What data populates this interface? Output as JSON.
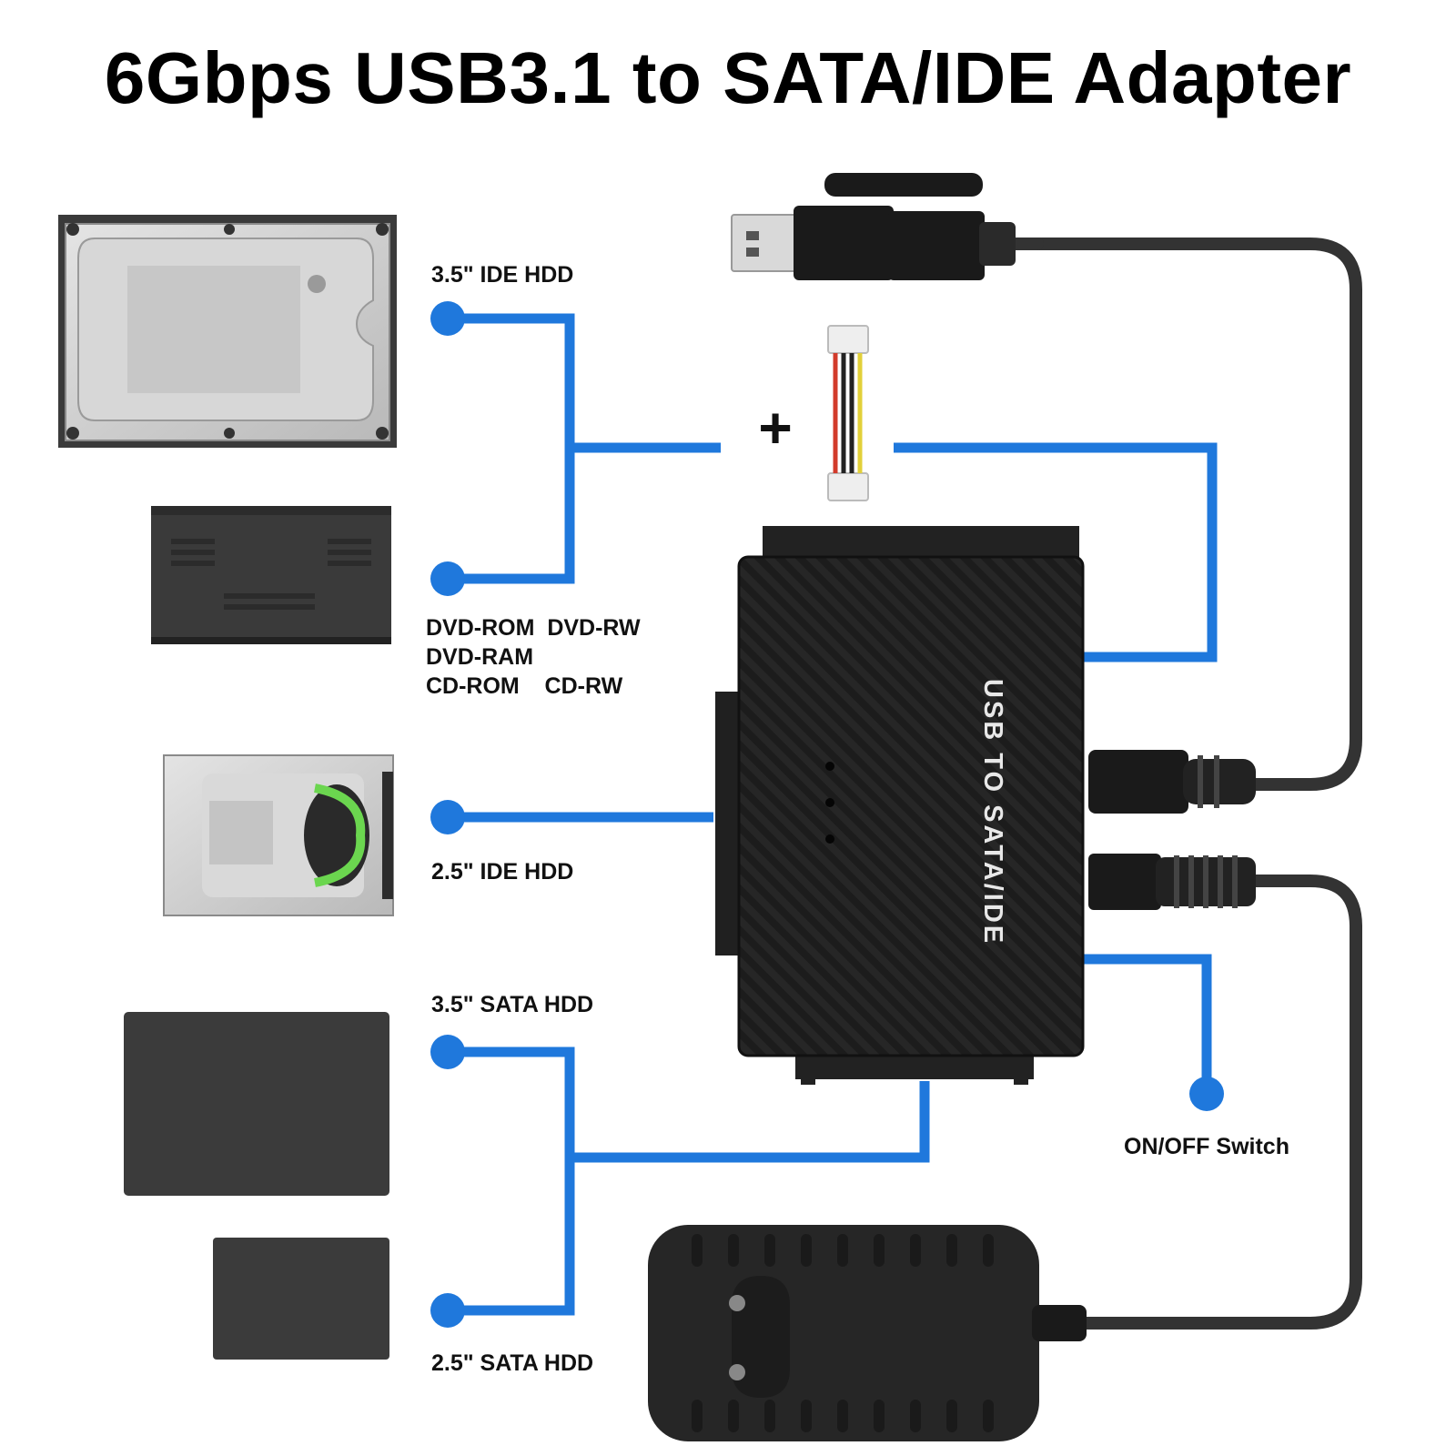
{
  "title": "6Gbps USB3.1 to SATA/IDE Adapter",
  "labels": {
    "ide35": "3.5\" IDE HDD",
    "optical_line1": "DVD-ROM  DVD-RW",
    "optical_line2": "DVD-RAM",
    "optical_line3": "CD-ROM    CD-RW",
    "ide25": "2.5\" IDE HDD",
    "sata35": "3.5\" SATA HDD",
    "sata25": "2.5\" SATA HDD",
    "switch": "ON/OFF Switch",
    "plus": "+",
    "device_text": "USB TO SATA/IDE"
  },
  "colors": {
    "connector_line": "#1f78dc",
    "device_body": "#1c1c1c",
    "cable": "#333333",
    "background": "#ffffff"
  }
}
